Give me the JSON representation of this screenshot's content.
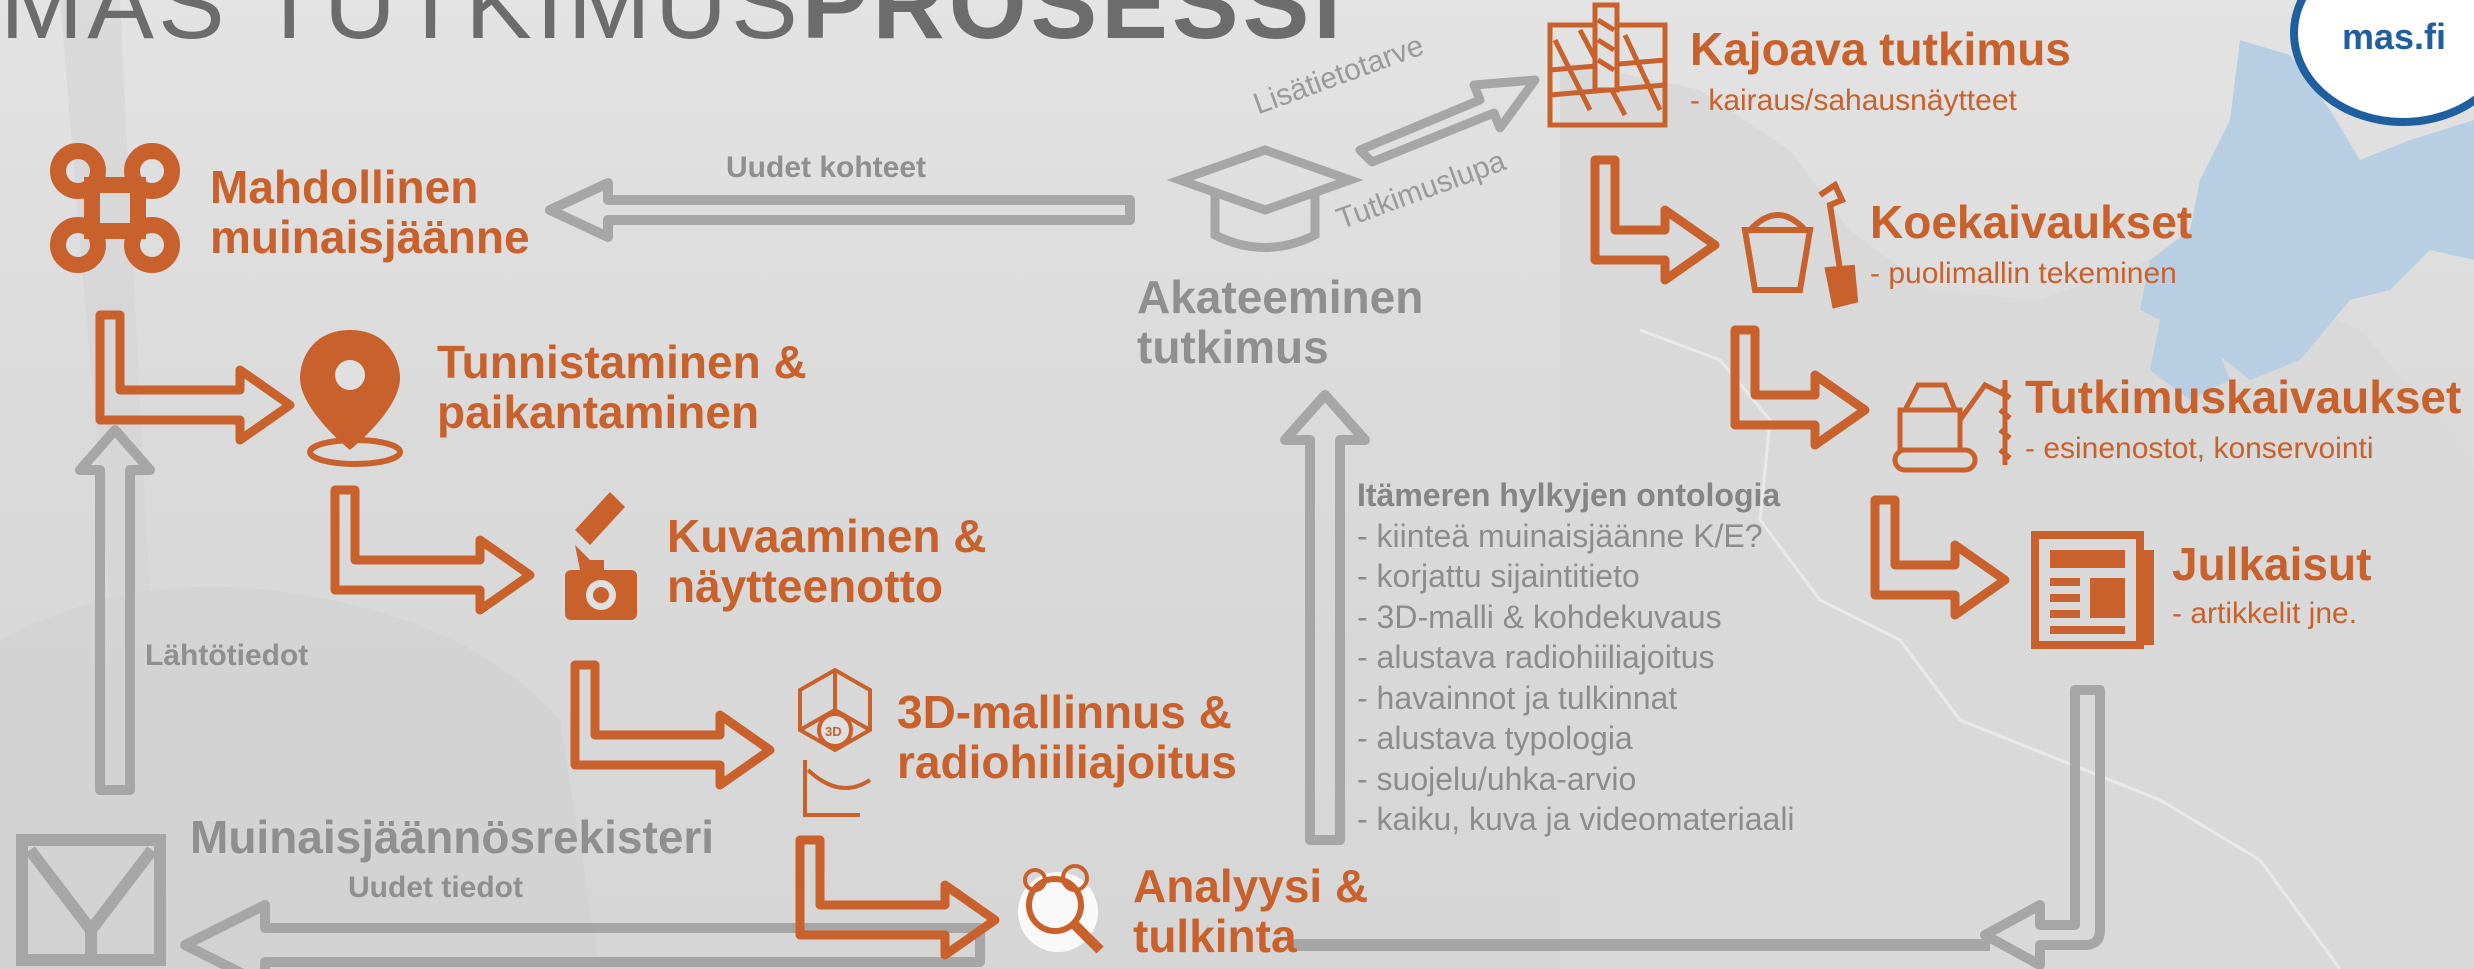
{
  "title": {
    "prefix": "MAS",
    "middle": "TUTKIMUS",
    "bold": "PROSESSI"
  },
  "logo": {
    "text": "mas.fi",
    "color": "#1f5fa0"
  },
  "colors": {
    "accent": "#c8612b",
    "neutral": "#a6a6a6",
    "text_gray": "#8f8f8f",
    "sea": "#b8cfe3"
  },
  "steps": {
    "mahdollinen": "Mahdollinen\nmuinaisjäänne",
    "tunnistaminen": "Tunnistaminen &\npaikantaminen",
    "kuvaaminen": "Kuvaaminen &\nnäytteenotto",
    "mallinnus": "3D-mallinnus &\nradiohiiliajoitus",
    "analyysi": "Analyysi &\ntulkinta",
    "rekisteri": "Muinaisjäännösrekisteri",
    "akateeminen": "Akateeminen\ntutkimus"
  },
  "arrow_labels": {
    "uudet_kohteet": "Uudet kohteet",
    "lahtotiedot": "Lähtötiedot",
    "uudet_tiedot": "Uudet tiedot",
    "lisatietotarve": "Lisätietotarve",
    "tutkimuslupa": "Tutkimuslupa"
  },
  "right_steps": {
    "kajoava": {
      "title": "Kajoava tutkimus",
      "sub": "- kairaus/sahausnäytteet"
    },
    "koekaivaukset": {
      "title": "Koekaivaukset",
      "sub": "- puolimallin tekeminen"
    },
    "tutkimuskaivaukset": {
      "title": "Tutkimuskaivaukset",
      "sub": "- esinenostot, konservointi"
    },
    "julkaisut": {
      "title": "Julkaisut",
      "sub": "- artikkelit jne."
    }
  },
  "ontology": {
    "heading": "Itämeren hylkyjen ontologia",
    "items": [
      "- kiinteä muinaisjäänne K/E?",
      "- korjattu sijaintitieto",
      "- 3D-malli & kohdekuvaus",
      "- alustava radiohiiliajoitus",
      "- havainnot ja tulkinnat",
      "- alustava typologia",
      "- suojelu/uhka-arvio",
      "- kaiku, kuva ja videomateriaali"
    ]
  },
  "icons": [
    "command-key-icon",
    "map-pin-icon",
    "dropper-camera-icon",
    "3d-model-icon",
    "analysis-magnifier-icon",
    "book-register-icon",
    "graduation-cap-icon",
    "drill-core-icon",
    "bucket-shovel-icon",
    "excavator-icon",
    "newspaper-icon"
  ]
}
